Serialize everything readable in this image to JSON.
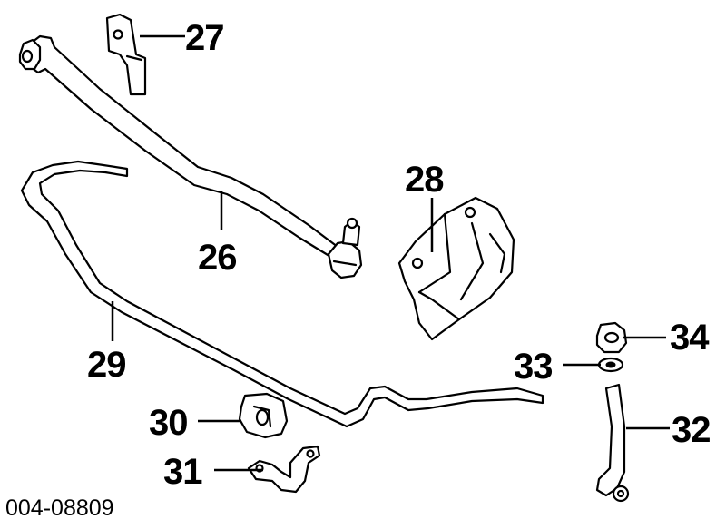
{
  "callouts": [
    {
      "id": "27",
      "label": "27"
    },
    {
      "id": "26",
      "label": "26"
    },
    {
      "id": "28",
      "label": "28"
    },
    {
      "id": "29",
      "label": "29"
    },
    {
      "id": "30",
      "label": "30"
    },
    {
      "id": "31",
      "label": "31"
    },
    {
      "id": "32",
      "label": "32"
    },
    {
      "id": "33",
      "label": "33"
    },
    {
      "id": "34",
      "label": "34"
    }
  ],
  "figure_id": "004-08809"
}
